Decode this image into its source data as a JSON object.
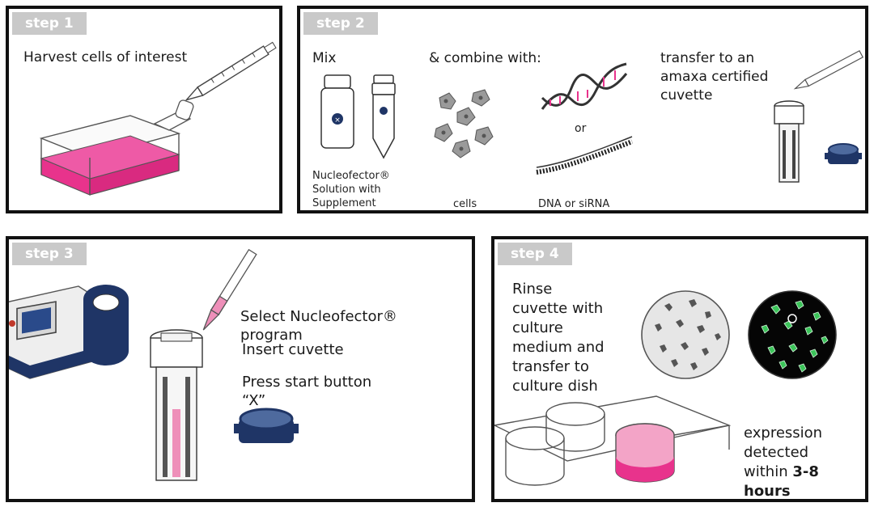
{
  "colors": {
    "magenta": "#e8338c",
    "pink": "#ee8fb9",
    "navy": "#1f3566",
    "tag_gray": "#c9c9c9",
    "frame": "#111111"
  },
  "step1": {
    "tag": "step 1",
    "text": "Harvest cells of interest",
    "icons": [
      "pipette-icon",
      "culture-flask-icon"
    ]
  },
  "step2": {
    "tag": "step 2",
    "mix": "Mix",
    "combine": "& combine with:",
    "transfer": "transfer to an\namaxa certified\ncuvette",
    "solution_label": "Nucleofector®\nSolution with\nSupplement",
    "cells_label": "cells",
    "or": "or",
    "dna_label": "DNA or siRNA",
    "icons": [
      "bottle-icon",
      "tube-icon",
      "cells-icon",
      "dna-helix-icon",
      "sirna-icon",
      "pipette-icon",
      "cuvette-icon",
      "cap-icon"
    ]
  },
  "step3": {
    "tag": "step 3",
    "select_program": "Select Nucleofector®\nprogram",
    "insert": "Insert cuvette",
    "press": "Press start button\n“X”",
    "icons": [
      "nucleofector-device-icon",
      "pipette-icon",
      "cuvette-icon",
      "start-button-icon"
    ]
  },
  "step4": {
    "tag": "step 4",
    "rinse": "Rinse\ncuvette with\nculture\nmedium and\ntransfer to\nculture dish",
    "expression_prefix": "expression\ndetected\nwithin ",
    "expression_bold1": "3-8",
    "expression_bold2": "hours",
    "icons": [
      "brightfield-cells-icon",
      "fluorescent-cells-icon",
      "well-plate-icon"
    ]
  }
}
